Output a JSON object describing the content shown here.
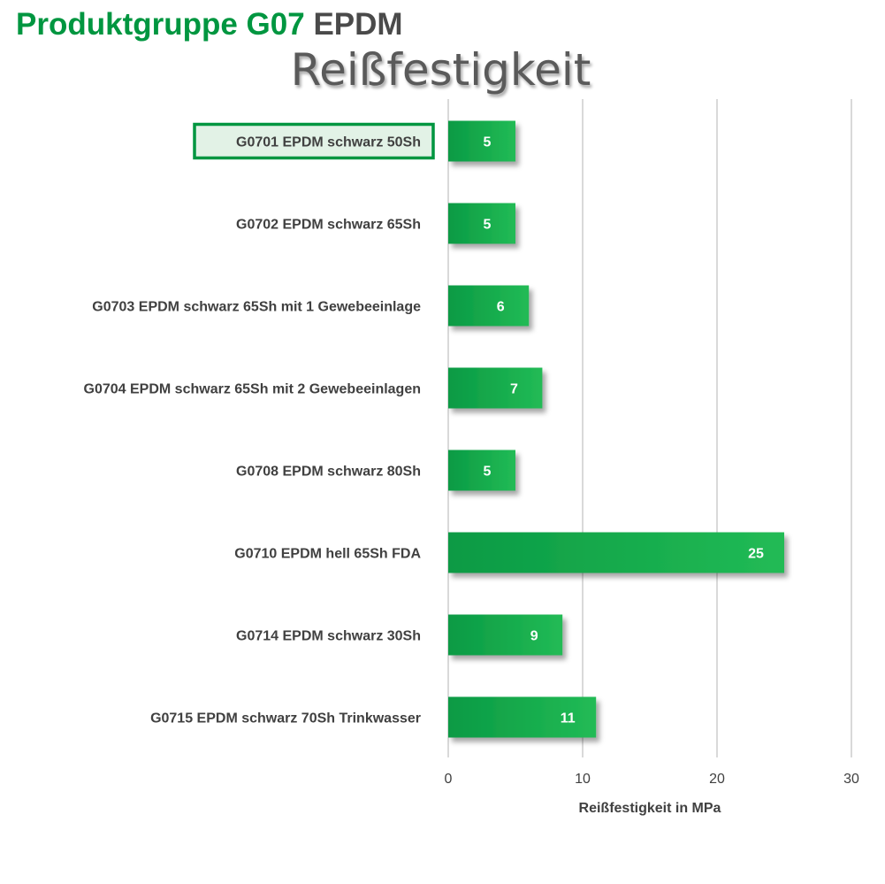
{
  "header": {
    "group_label": "Produktgruppe G07",
    "material_label": "EPDM"
  },
  "colors": {
    "brand_green": "#009640",
    "bar_green_dark": "#0a9a44",
    "bar_green_light": "#22bb55",
    "highlight_fill": "#e2f2e6",
    "text_gray": "#404040",
    "grid_gray": "#d9d9d9"
  },
  "chart_data": {
    "type": "bar",
    "orientation": "horizontal",
    "title": "Reißfestigkeit",
    "xlabel": "Reißfestigkeit in MPa",
    "ylabel": "",
    "xlim": [
      0,
      30
    ],
    "xticks": [
      0,
      10,
      20,
      30
    ],
    "grid": true,
    "legend": "none",
    "highlighted_category": "G0701 EPDM schwarz 50Sh",
    "categories": [
      "G0701 EPDM schwarz 50Sh",
      "G0702 EPDM schwarz 65Sh",
      "G0703 EPDM schwarz 65Sh mit 1 Gewebeeinlage",
      "G0704 EPDM schwarz 65Sh mit 2 Gewebeeinlagen",
      "G0708 EPDM schwarz 80Sh",
      "G0710 EPDM hell 65Sh FDA",
      "G0714 EPDM schwarz 30Sh",
      "G0715 EPDM schwarz 70Sh Trinkwasser"
    ],
    "values": [
      5,
      5,
      6,
      7,
      5,
      25,
      8.5,
      11
    ],
    "data_labels": [
      "5",
      "5",
      "6",
      "7",
      "5",
      "25",
      "9",
      "11"
    ]
  }
}
